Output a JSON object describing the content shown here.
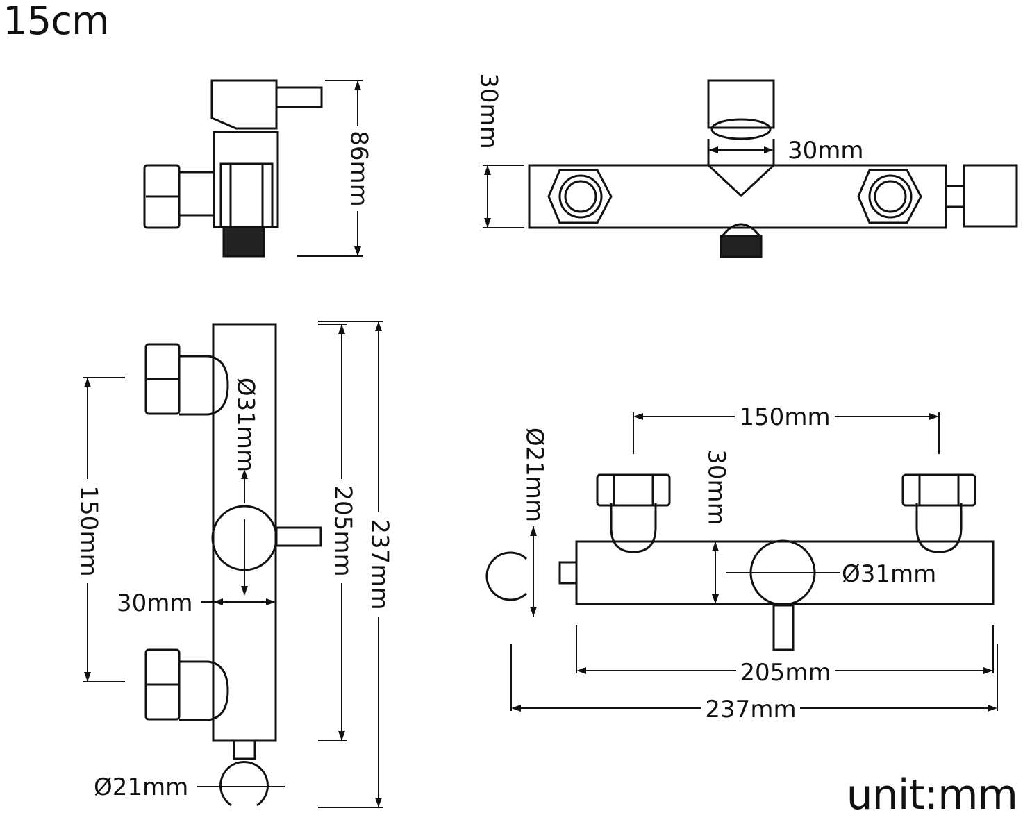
{
  "header": {
    "scale_label": "15cm"
  },
  "footer": {
    "unit_label": "unit:mm"
  },
  "side_view": {
    "height_label": "86mm"
  },
  "top_view": {
    "height_label": "30mm",
    "knob_width_label": "30mm"
  },
  "left_view": {
    "inlet_spacing_label": "150mm",
    "knob_diameter_label": "Ø31mm",
    "body_width_label": "30mm",
    "bar_length_label": "205mm",
    "total_length_label": "237mm",
    "holder_diameter_label": "Ø21mm"
  },
  "front_view": {
    "inlet_spacing_label": "150mm",
    "holder_diameter_label": "Ø21mm",
    "body_height_label": "30mm",
    "knob_diameter_label": "Ø31mm",
    "bar_length_label": "205mm",
    "total_length_label": "237mm"
  }
}
